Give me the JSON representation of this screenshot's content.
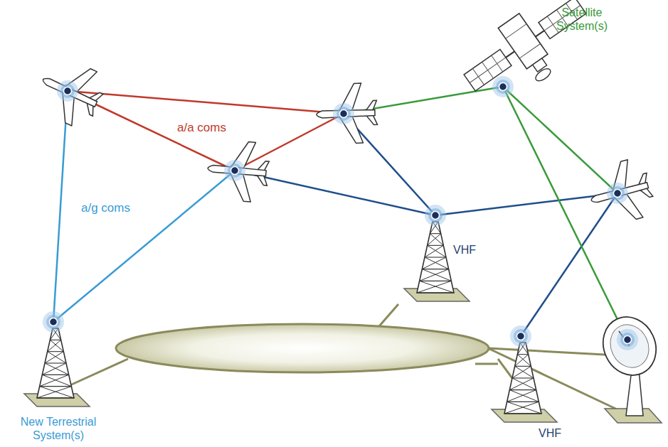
{
  "diagram": {
    "nodes": [
      {
        "text": [
          "Satellite System(s)"
        ]
      },
      {
        "text": [
          "VHF"
        ]
      },
      {
        "text": [
          "VHF"
        ]
      },
      {
        "text": [
          "New Terrestrial System(s)"
        ]
      }
    ],
    "labels": [
      "a/a coms",
      "a/g coms"
    ]
  }
}
